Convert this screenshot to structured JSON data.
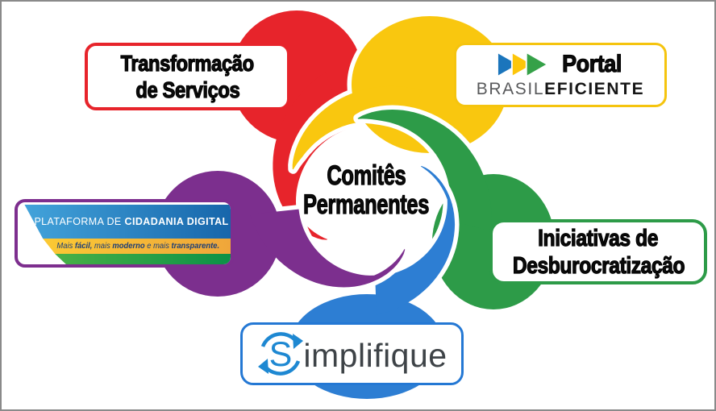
{
  "frame": {
    "border_color": "#8a8a8a",
    "background": "#ffffff"
  },
  "palette": {
    "red": "#e7242b",
    "yellow": "#f9c70f",
    "green": "#2d9b48",
    "blue": "#2d7ed3",
    "purple": "#7c2f8e"
  },
  "center_label": {
    "line1": "Comitês",
    "line2": "Permanentes"
  },
  "petals": [
    {
      "id": "red",
      "label": "Transformação de Serviços"
    },
    {
      "id": "yellow",
      "label": "Portal Brasil Eficiente"
    },
    {
      "id": "green",
      "label": "Iniciativas de Desburocratização"
    },
    {
      "id": "blue",
      "label": "Simplifique"
    },
    {
      "id": "purple",
      "label": "Plataforma de Cidadania Digital"
    }
  ],
  "boxes": {
    "transformacao": {
      "line1": "Transformação",
      "line2": "de Serviços",
      "border": "#e7242b"
    },
    "portal": {
      "title": "Portal",
      "brand_thin": "BRASIL",
      "brand_bold": "EFICIENTE",
      "border": "#f5c40e",
      "arrows": [
        "#1b75bc",
        "#fdc60a",
        "#35a148"
      ]
    },
    "iniciativas": {
      "line1": "Iniciativas de",
      "line2": "Desburocratização",
      "border": "#2d9b48"
    },
    "simplifique": {
      "initial": "S",
      "rest": "implifique",
      "border": "#2478d4",
      "logo_color": "#1e88d2"
    },
    "plataforma": {
      "border": "#7d2e8e",
      "line1_normal": "PLATAFORMA DE ",
      "line1_bold": "CIDADANIA DIGITAL",
      "tagline": {
        "t1": "Mais ",
        "b1": "fácil,",
        "t2": " mais ",
        "b2": "moderno",
        "t3": " e mais ",
        "b3": "transparente."
      },
      "band_colors": {
        "blue_from": "#44a5dc",
        "blue_to": "#1766ab",
        "yellow_from": "#fdce33",
        "yellow_to": "#efa63a",
        "green_from": "#56b747",
        "green_to": "#0b9147"
      }
    }
  }
}
